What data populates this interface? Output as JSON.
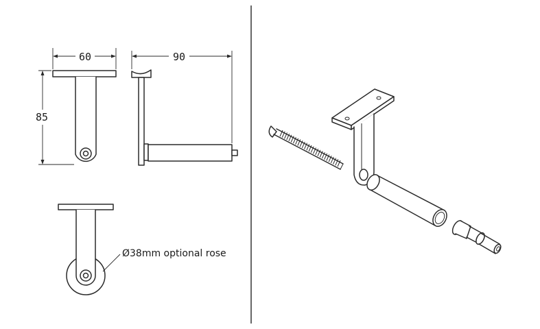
{
  "dimensions": {
    "width_label": "60",
    "length_label": "90",
    "height_label": "85"
  },
  "rose_note": "Ø38mm optional rose"
}
